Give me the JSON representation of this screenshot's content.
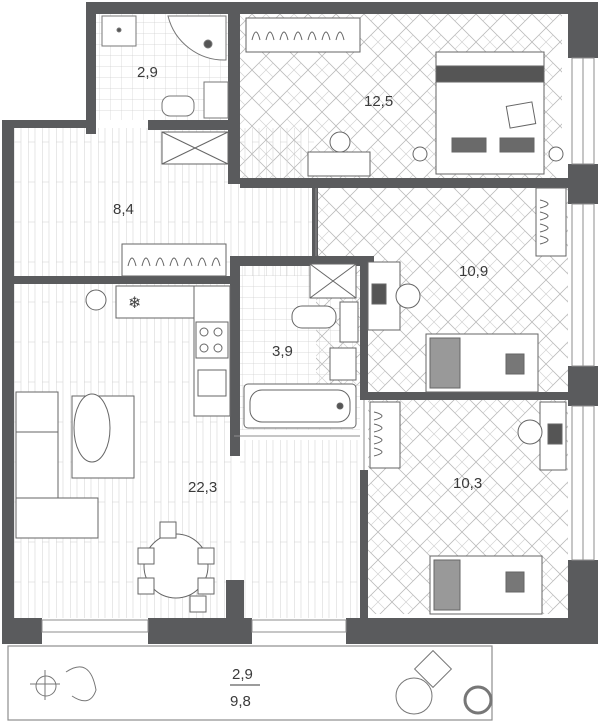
{
  "plan": {
    "rooms": [
      {
        "id": "bathroom-small",
        "area": "2,9"
      },
      {
        "id": "bedroom-master",
        "area": "12,5"
      },
      {
        "id": "hallway",
        "area": "8,4"
      },
      {
        "id": "bedroom-2",
        "area": "10,9"
      },
      {
        "id": "bathroom",
        "area": "3,9"
      },
      {
        "id": "living-kitchen",
        "area": "22,3"
      },
      {
        "id": "bedroom-3",
        "area": "10,3"
      }
    ],
    "balcony": {
      "area_net": "2,9",
      "area_gross": "9,8"
    }
  },
  "colors": {
    "wall": "#5a5b5d",
    "line": "#8e8e8e",
    "floor": "#ffffff"
  }
}
